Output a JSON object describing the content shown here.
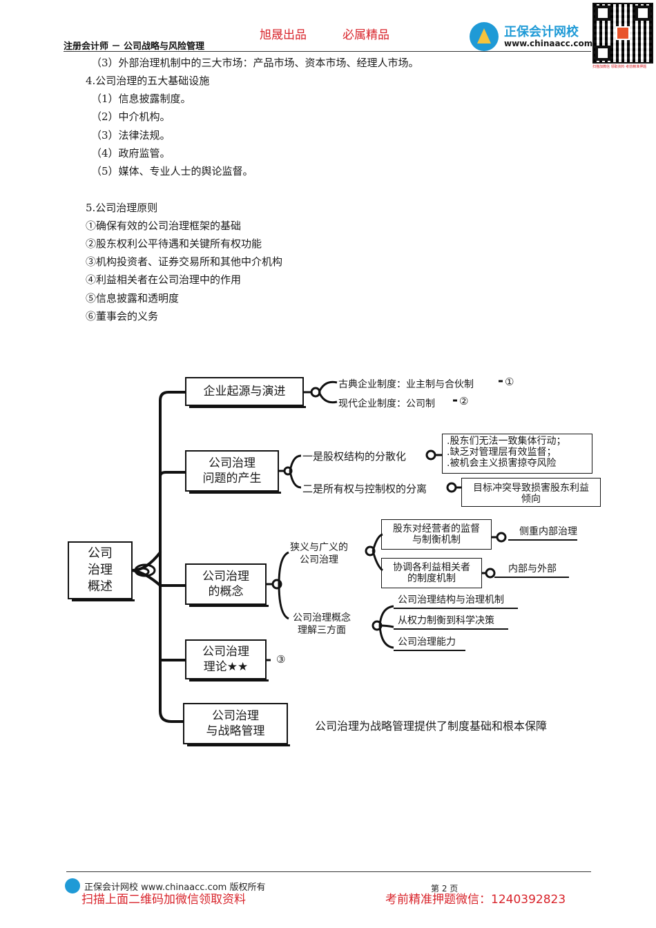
{
  "header": {
    "title": "注册会计师 － 公司战略与风险管理",
    "slogan_1": "旭晟出品",
    "slogan_2": "必属精品",
    "brand_name": "正保会计网校",
    "brand_url": "www.chinaacc.com",
    "qr_caption": "扫描加微信 领取资料 考前精准押题"
  },
  "body_lines": [
    "（3）外部治理机制中的三大市场：产品市场、资本市场、经理人市场。",
    "4.公司治理的五大基础设施",
    "（1）信息披露制度。",
    "（2）中介机构。",
    "（3）法律法规。",
    "（4）政府监管。",
    "（5）媒体、专业人士的舆论监督。",
    "5.公司治理原则",
    "①确保有效的公司治理框架的基础",
    "②股东权利公平待遇和关键所有权功能",
    "③机构投资者、证券交易所和其他中介机构",
    "④利益相关者在公司治理中的作用",
    "⑤信息披露和透明度",
    "⑥董事会的义务"
  ],
  "mindmap": {
    "root": "公司\n治理\n概述",
    "branch_1": {
      "label": "企业起源与演进",
      "leaf_1": "古典企业制度：业主制与合伙制",
      "leaf_1_mark": "①",
      "leaf_2": "现代企业制度：公司制",
      "leaf_2_mark": "②"
    },
    "branch_2": {
      "label": "公司治理\n问题的产生",
      "sub_1": "一是股权结构的分散化",
      "sub_1_detail": ".股东们无法一致集体行动；\n.缺乏对管理层有效监督；\n.被机会主义损害掠夺风险",
      "sub_2": "二是所有权与控制权的分离",
      "sub_2_detail": "目标冲突导致损害股东利益\n倾向"
    },
    "branch_3": {
      "label": "公司治理\n的概念",
      "sub_1": "狭义与广义的\n公司治理",
      "sub_1_a": "股东对经营者的监督\n与制衡机制",
      "sub_1_a_note": "侧重内部治理",
      "sub_1_b": "协调各利益相关者\n的制度机制",
      "sub_1_b_note": "内部与外部",
      "sub_2": "公司治理概念\n理解三方面",
      "sub_2_a": "公司治理结构与治理机制",
      "sub_2_b": "从权力制衡到科学决策",
      "sub_2_c": "公司治理能力"
    },
    "branch_4": {
      "label": "公司治理\n理论★★",
      "mark": "③"
    },
    "branch_5": {
      "label": "公司治理\n与战略管理",
      "note": "公司治理为战略管理提供了制度基础和根本保障"
    }
  },
  "footer": {
    "copyright": "正保会计网校 www.chinaacc.com 版权所有",
    "page": "第 2 页",
    "promo_left": "扫描上面二维码加微信领取资料",
    "promo_right": "考前精准押题微信：1240392823"
  }
}
